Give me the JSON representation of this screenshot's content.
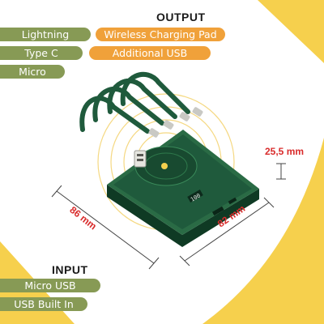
{
  "headings": {
    "output": "OUTPUT",
    "input": "INPUT"
  },
  "output_tags": [
    {
      "label": "Lightning",
      "style": "green"
    },
    {
      "label": "Wireless Charging Pad",
      "style": "orange"
    },
    {
      "label": "Type C",
      "style": "green"
    },
    {
      "label": "Additional USB",
      "style": "orange"
    },
    {
      "label": "Micro",
      "style": "green"
    }
  ],
  "input_tags": [
    {
      "label": "Micro USB",
      "style": "green"
    },
    {
      "label": "USB Built In",
      "style": "green"
    }
  ],
  "dimensions": {
    "length": "86 mm",
    "width": "82 mm",
    "thickness": "25,5 mm"
  },
  "product": {
    "display_readout": "100"
  },
  "colors": {
    "accent_yellow": "#f6d04d",
    "tag_green": "#879a55",
    "tag_orange": "#f0a13a",
    "dimension_red": "#d92c2c",
    "device_green": "#1f5a3c"
  }
}
